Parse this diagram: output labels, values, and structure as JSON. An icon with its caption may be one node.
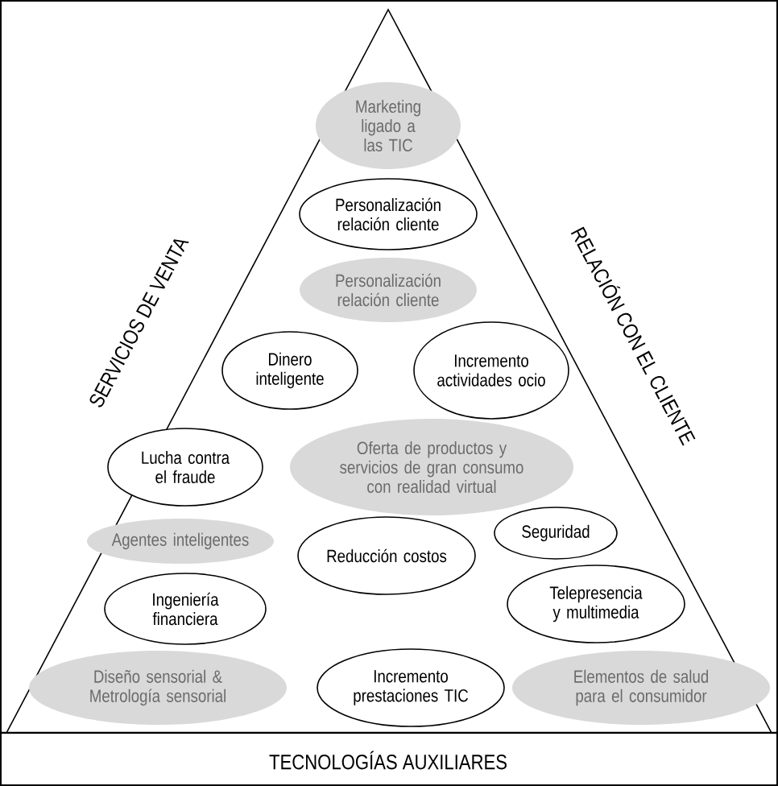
{
  "diagram": {
    "nodes": [
      {
        "text": [
          "Marketing ligado a las TIC"
        ]
      },
      {
        "text": [
          "Personalización relación cliente"
        ]
      },
      {
        "text": [
          "Oferta de productos y servicios de gran consumo con realidad virtual"
        ]
      },
      {
        "text": [
          "Agentes inteligentes"
        ]
      },
      {
        "text": [
          "Diseño sensorial & Metrología sensorial"
        ]
      },
      {
        "text": [
          "Elementos de salud para el consumidor"
        ]
      },
      {
        "text": [
          "Personalización relación cliente"
        ]
      },
      {
        "text": [
          "Dinero inteligente"
        ]
      },
      {
        "text": [
          "Incremento actividades ocio"
        ]
      },
      {
        "text": [
          "Lucha contra el fraude"
        ]
      },
      {
        "text": [
          "Seguridad"
        ]
      },
      {
        "text": [
          "Reducción costos"
        ]
      },
      {
        "text": [
          "Ingeniería financiera"
        ]
      },
      {
        "text": [
          "Telepresencia y multimedia"
        ]
      },
      {
        "text": [
          "Incremento prestaciones TIC"
        ]
      }
    ],
    "labels": [
      "SERVICIOS DE VENTA",
      "RELACIÓN CON EL CLIENTE",
      "TECNOLOGÍAS AUXILIARES"
    ]
  }
}
